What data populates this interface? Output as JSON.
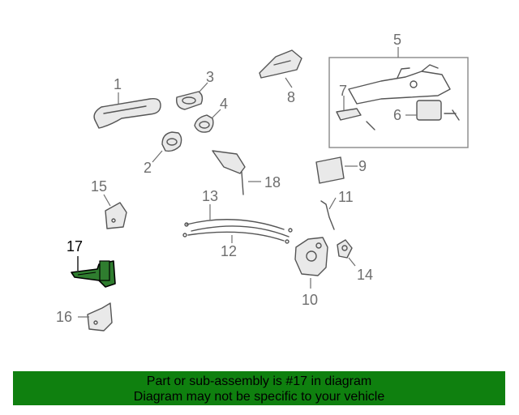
{
  "callouts": [
    {
      "id": "1",
      "label": "1"
    },
    {
      "id": "2",
      "label": "2"
    },
    {
      "id": "3",
      "label": "3"
    },
    {
      "id": "4",
      "label": "4"
    },
    {
      "id": "5",
      "label": "5"
    },
    {
      "id": "6",
      "label": "6"
    },
    {
      "id": "7",
      "label": "7"
    },
    {
      "id": "8",
      "label": "8"
    },
    {
      "id": "9",
      "label": "9"
    },
    {
      "id": "10",
      "label": "10"
    },
    {
      "id": "11",
      "label": "11"
    },
    {
      "id": "12",
      "label": "12"
    },
    {
      "id": "13",
      "label": "13"
    },
    {
      "id": "14",
      "label": "14"
    },
    {
      "id": "15",
      "label": "15"
    },
    {
      "id": "16",
      "label": "16"
    },
    {
      "id": "17",
      "label": "17"
    },
    {
      "id": "18",
      "label": "18"
    }
  ],
  "highlighted_part": "17",
  "colors": {
    "highlight_part": "#2f7d2f",
    "banner": "#0f800f",
    "callout": "#6e6e6e"
  },
  "banner": {
    "line1": "Part or sub-assembly is #17 in diagram",
    "line2": "Diagram may not be specific to your vehicle"
  }
}
